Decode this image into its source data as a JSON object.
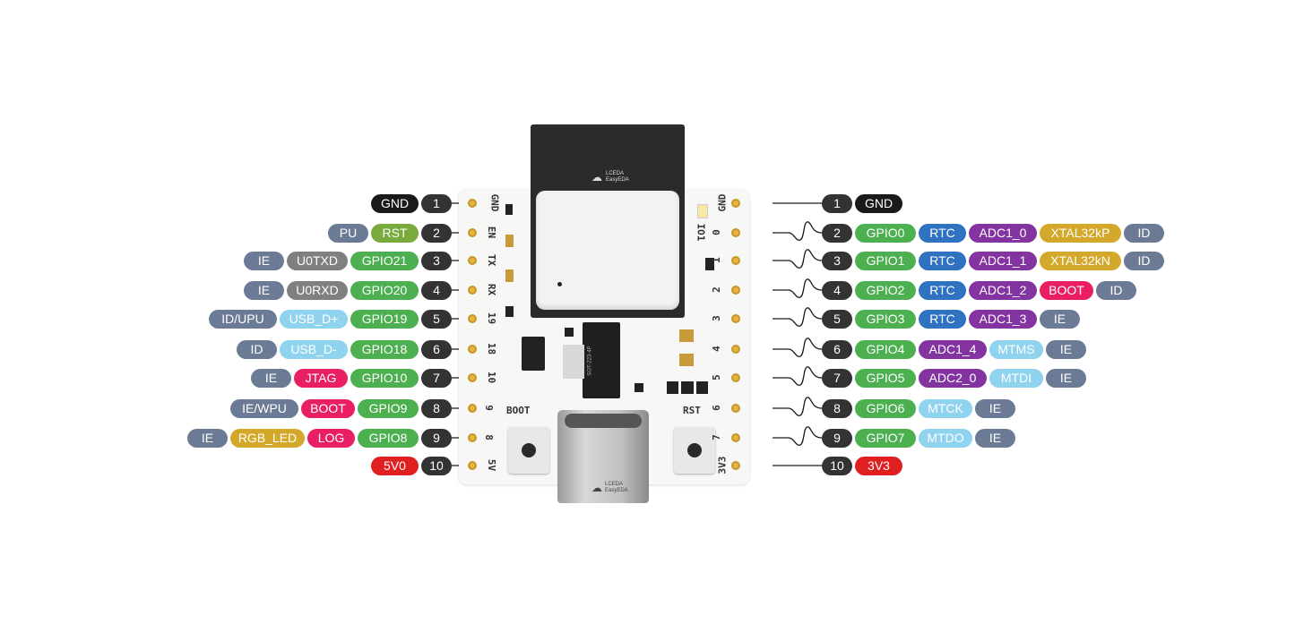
{
  "colors": {
    "black": "#1a1a1a",
    "dark": "#333333",
    "olive": "#78aa3c",
    "gray": "#808080",
    "green": "#4caf50",
    "lightblue": "#8fd3ef",
    "pink": "#e91e63",
    "yellow": "#d4a82a",
    "red": "#e02020",
    "slate": "#6b7a95",
    "blue": "#2e72c0",
    "purple": "#8434a0"
  },
  "board": {
    "module_logo": "LCEDA EasyEDA",
    "usb_logo": "LCEDA EasyEDA",
    "ldo_marking": "SOT-223-4P",
    "boot_label": "BOOT",
    "rst_label": "RST",
    "io1_label": "IO1"
  },
  "left_header": [
    {
      "silk": "GND",
      "labels": [
        {
          "text": "GND",
          "color": "black"
        },
        {
          "text": "1",
          "color": "dark"
        }
      ]
    },
    {
      "silk": "EN",
      "labels": [
        {
          "text": "PU",
          "color": "slate"
        },
        {
          "text": "RST",
          "color": "olive"
        },
        {
          "text": "2",
          "color": "dark"
        }
      ]
    },
    {
      "silk": "TX",
      "labels": [
        {
          "text": "IE",
          "color": "slate"
        },
        {
          "text": "U0TXD",
          "color": "gray"
        },
        {
          "text": "GPIO21",
          "color": "green"
        },
        {
          "text": "3",
          "color": "dark"
        }
      ]
    },
    {
      "silk": "RX",
      "labels": [
        {
          "text": "IE",
          "color": "slate"
        },
        {
          "text": "U0RXD",
          "color": "gray"
        },
        {
          "text": "GPIO20",
          "color": "green"
        },
        {
          "text": "4",
          "color": "dark"
        }
      ]
    },
    {
      "silk": "19",
      "labels": [
        {
          "text": "ID/UPU",
          "color": "slate"
        },
        {
          "text": "USB_D+",
          "color": "lightblue"
        },
        {
          "text": "GPIO19",
          "color": "green"
        },
        {
          "text": "5",
          "color": "dark"
        }
      ]
    },
    {
      "silk": "18",
      "labels": [
        {
          "text": "ID",
          "color": "slate"
        },
        {
          "text": "USB_D-",
          "color": "lightblue"
        },
        {
          "text": "GPIO18",
          "color": "green"
        },
        {
          "text": "6",
          "color": "dark"
        }
      ]
    },
    {
      "silk": "10",
      "labels": [
        {
          "text": "IE",
          "color": "slate"
        },
        {
          "text": "JTAG",
          "color": "pink"
        },
        {
          "text": "GPIO10",
          "color": "green"
        },
        {
          "text": "7",
          "color": "dark"
        }
      ]
    },
    {
      "silk": "9",
      "labels": [
        {
          "text": "IE/WPU",
          "color": "slate"
        },
        {
          "text": "BOOT",
          "color": "pink"
        },
        {
          "text": "GPIO9",
          "color": "green"
        },
        {
          "text": "8",
          "color": "dark"
        }
      ]
    },
    {
      "silk": "8",
      "labels": [
        {
          "text": "IE",
          "color": "slate"
        },
        {
          "text": "RGB_LED",
          "color": "yellow"
        },
        {
          "text": "LOG",
          "color": "pink"
        },
        {
          "text": "GPIO8",
          "color": "green"
        },
        {
          "text": "9",
          "color": "dark"
        }
      ]
    },
    {
      "silk": "5V",
      "labels": [
        {
          "text": "5V0",
          "color": "red"
        },
        {
          "text": "10",
          "color": "dark"
        }
      ]
    }
  ],
  "right_header": [
    {
      "silk": "GND",
      "labels": [
        {
          "text": "1",
          "color": "dark"
        },
        {
          "text": "GND",
          "color": "black"
        }
      ]
    },
    {
      "silk": "0",
      "labels": [
        {
          "text": "2",
          "color": "dark"
        },
        {
          "text": "GPIO0",
          "color": "green"
        },
        {
          "text": "RTC",
          "color": "blue"
        },
        {
          "text": "ADC1_0",
          "color": "purple"
        },
        {
          "text": "XTAL32kP",
          "color": "yellow"
        },
        {
          "text": "ID",
          "color": "slate"
        }
      ]
    },
    {
      "silk": "1",
      "labels": [
        {
          "text": "3",
          "color": "dark"
        },
        {
          "text": "GPIO1",
          "color": "green"
        },
        {
          "text": "RTC",
          "color": "blue"
        },
        {
          "text": "ADC1_1",
          "color": "purple"
        },
        {
          "text": "XTAL32kN",
          "color": "yellow"
        },
        {
          "text": "ID",
          "color": "slate"
        }
      ]
    },
    {
      "silk": "2",
      "labels": [
        {
          "text": "4",
          "color": "dark"
        },
        {
          "text": "GPIO2",
          "color": "green"
        },
        {
          "text": "RTC",
          "color": "blue"
        },
        {
          "text": "ADC1_2",
          "color": "purple"
        },
        {
          "text": "BOOT",
          "color": "pink"
        },
        {
          "text": "ID",
          "color": "slate"
        }
      ]
    },
    {
      "silk": "3",
      "labels": [
        {
          "text": "5",
          "color": "dark"
        },
        {
          "text": "GPIO3",
          "color": "green"
        },
        {
          "text": "RTC",
          "color": "blue"
        },
        {
          "text": "ADC1_3",
          "color": "purple"
        },
        {
          "text": "IE",
          "color": "slate"
        }
      ]
    },
    {
      "silk": "4",
      "labels": [
        {
          "text": "6",
          "color": "dark"
        },
        {
          "text": "GPIO4",
          "color": "green"
        },
        {
          "text": "ADC1_4",
          "color": "purple"
        },
        {
          "text": "MTMS",
          "color": "lightblue"
        },
        {
          "text": "IE",
          "color": "slate"
        }
      ]
    },
    {
      "silk": "5",
      "labels": [
        {
          "text": "7",
          "color": "dark"
        },
        {
          "text": "GPIO5",
          "color": "green"
        },
        {
          "text": "ADC2_0",
          "color": "purple"
        },
        {
          "text": "MTDI",
          "color": "lightblue"
        },
        {
          "text": "IE",
          "color": "slate"
        }
      ]
    },
    {
      "silk": "6",
      "labels": [
        {
          "text": "8",
          "color": "dark"
        },
        {
          "text": "GPIO6",
          "color": "green"
        },
        {
          "text": "MTCK",
          "color": "lightblue"
        },
        {
          "text": "IE",
          "color": "slate"
        }
      ]
    },
    {
      "silk": "7",
      "labels": [
        {
          "text": "9",
          "color": "dark"
        },
        {
          "text": "GPIO7",
          "color": "green"
        },
        {
          "text": "MTDO",
          "color": "lightblue"
        },
        {
          "text": "IE",
          "color": "slate"
        }
      ]
    },
    {
      "silk": "3V3",
      "labels": [
        {
          "text": "10",
          "color": "dark"
        },
        {
          "text": "3V3",
          "color": "red"
        }
      ]
    }
  ]
}
